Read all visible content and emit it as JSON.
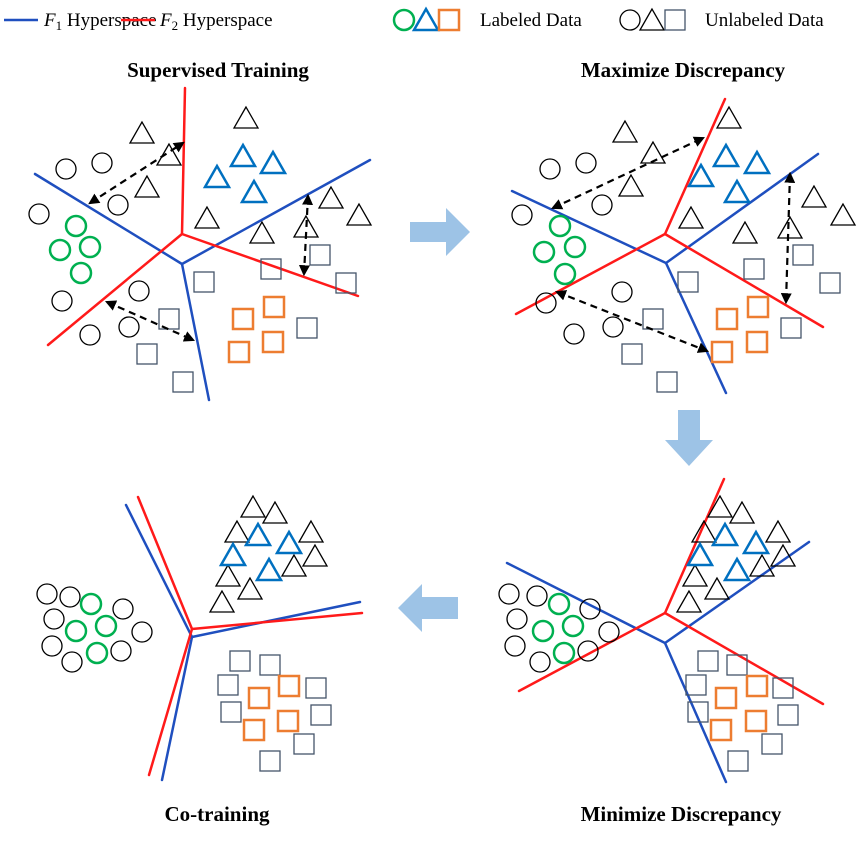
{
  "legend": {
    "f1_symbol": "F",
    "f1_sub": "1",
    "f1_label": " Hyperspace",
    "f2_symbol": "F",
    "f2_sub": "2",
    "f2_label": " Hyperspace",
    "labeled_label": "Labeled Data",
    "unlabeled_label": "Unlabeled Data"
  },
  "panels": [
    {
      "title": "Supervised Training"
    },
    {
      "title": "Maximize Discrepancy"
    },
    {
      "title": "Minimize Discrepancy"
    },
    {
      "title": "Co-training"
    }
  ],
  "colors": {
    "f1_line": "#1f4fbf",
    "f2_line": "#ff1a1a",
    "labeled_circle": "#00b050",
    "labeled_triangle": "#0070c0",
    "labeled_square": "#ed7d31",
    "unlabeled_circle": "#000000",
    "unlabeled_triangle": "#000000",
    "unlabeled_square": "#44546a",
    "flow_arrow": "#9dc3e6"
  }
}
